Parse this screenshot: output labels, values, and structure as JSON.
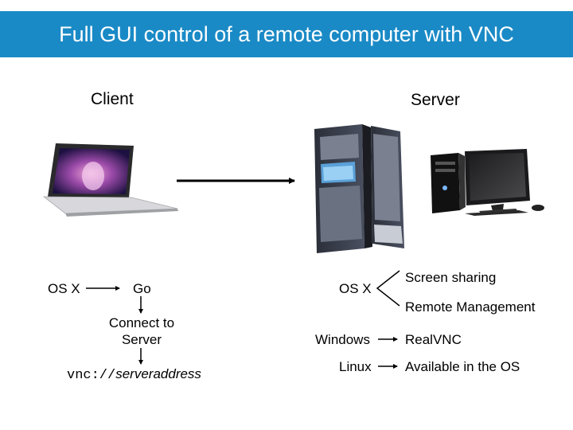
{
  "title": "Full GUI control of a remote computer with VNC",
  "client": {
    "heading": "Client",
    "os": "OS X",
    "go": "Go",
    "connect_line1": "Connect to",
    "connect_line2": "Server",
    "url_prefix": "vnc://",
    "url_host": "serveraddress"
  },
  "server": {
    "heading": "Server",
    "os": "OS X",
    "osx_option1": "Screen sharing",
    "osx_option2": "Remote Management",
    "windows": "Windows",
    "windows_tool": "RealVNC",
    "linux": "Linux",
    "linux_tool": "Available in the OS"
  },
  "colors": {
    "header": "#1a8ac6"
  },
  "icons": [
    "laptop-icon",
    "server-rack-icon",
    "desktop-computer-icon"
  ]
}
